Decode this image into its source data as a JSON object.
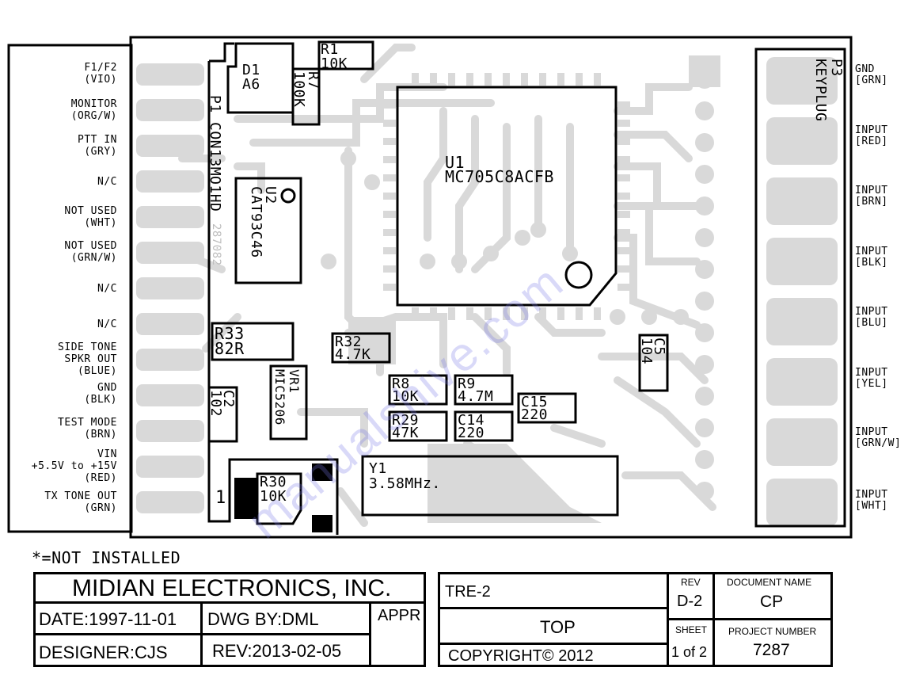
{
  "left_pins": [
    {
      "line1": "F1/F2",
      "line2": "(VIO)"
    },
    {
      "line1": "MONITOR",
      "line2": "(ORG/W)"
    },
    {
      "line1": "PTT IN",
      "line2": "(GRY)"
    },
    {
      "line1": "N/C",
      "line2": ""
    },
    {
      "line1": "NOT USED",
      "line2": "(WHT)"
    },
    {
      "line1": "NOT USED",
      "line2": "(GRN/W)"
    },
    {
      "line1": "N/C",
      "line2": ""
    },
    {
      "line1": "N/C",
      "line2": ""
    },
    {
      "line1": "SIDE TONE\nSPKR OUT",
      "line2": "(BLUE)"
    },
    {
      "line1": "GND",
      "line2": "(BLK)"
    },
    {
      "line1": "TEST MODE",
      "line2": "(BRN)"
    },
    {
      "line1": "VIN\n+5.5V to +15V",
      "line2": "(RED)"
    },
    {
      "line1": "TX TONE OUT",
      "line2": "(GRN)"
    }
  ],
  "right_pins": [
    {
      "line1": "GND",
      "line2": "[GRN]"
    },
    {
      "line1": "INPUT",
      "line2": "[RED]"
    },
    {
      "line1": "INPUT",
      "line2": "[BRN]"
    },
    {
      "line1": "INPUT",
      "line2": "[BLK]"
    },
    {
      "line1": "INPUT",
      "line2": "[BLU]"
    },
    {
      "line1": "INPUT",
      "line2": "[YEL]"
    },
    {
      "line1": "INPUT",
      "line2": "[GRN/W]"
    },
    {
      "line1": "INPUT",
      "line2": "[WHT]"
    }
  ],
  "components": {
    "p1": "P1 CON13MO1HD",
    "p1_pin1": "1",
    "p1_code": "287082",
    "p3": "P3\nKEYPLUG",
    "d1": "D1\nA6",
    "r1": "R1\n10K",
    "r7": "R7\n100K",
    "u1": "U1\nMC705C8ACFB",
    "u2": "U2\nCAT93C46",
    "r33": "R33\n82R",
    "r32": "R32\n4.7K",
    "c5": "C5\n104",
    "vr1": "VR1\nMIC5206",
    "c2": "C2\n102",
    "r8": "R8\n10K",
    "r9": "R9\n4.7M",
    "c15": "C15\n220",
    "r29": "R29\n47K",
    "c14": "C14\n220",
    "y1": "Y1\n3.58MHz.",
    "r30": "R30\n10K"
  },
  "note": "*=NOT INSTALLED",
  "title_block": {
    "company": "MIDIAN ELECTRONICS, INC.",
    "date": "DATE:1997-11-01",
    "dwg_by": "DWG BY:DML",
    "appr": "APPR",
    "designer": "DESIGNER:CJS",
    "rev_date": "REV:2013-02-05",
    "model": "TRE-2",
    "view": "TOP",
    "copyright": "COPYRIGHT© 2012",
    "rev_label": "REV",
    "rev_value": "D-2",
    "sheet_label": "SHEET",
    "sheet_value": "1 of 2",
    "doc_name_label": "DOCUMENT NAME",
    "doc_name_value": "CP",
    "project_label": "PROJECT NUMBER",
    "project_value": "7287"
  },
  "watermark": "manualshive.com"
}
